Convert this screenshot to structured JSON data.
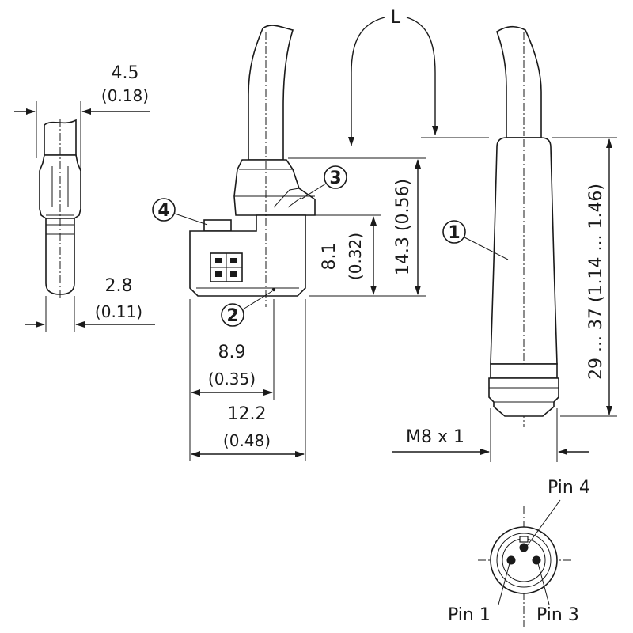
{
  "dimensions": {
    "side_width": {
      "mm": "4.5",
      "in": "(0.18)"
    },
    "pin_width": {
      "mm": "2.8",
      "in": "(0.11)"
    },
    "head_width_inner": {
      "mm": "8.9",
      "in": "(0.35)"
    },
    "head_width_total": {
      "mm": "12.2",
      "in": "(0.48)"
    },
    "head_height_lower": {
      "mm": "8.1",
      "in": "(0.32)"
    },
    "head_height_total": {
      "mm": "14.3 (0.56)"
    },
    "connector_length": {
      "label": "29 ... 37 (1.14 ... 1.46)"
    },
    "thread": {
      "label": "M8 x 1"
    },
    "cable_length": {
      "label": "L"
    }
  },
  "callouts": [
    "1",
    "2",
    "3",
    "4"
  ],
  "pins": {
    "pin4": "Pin 4",
    "pin1": "Pin 1",
    "pin3": "Pin 3"
  }
}
